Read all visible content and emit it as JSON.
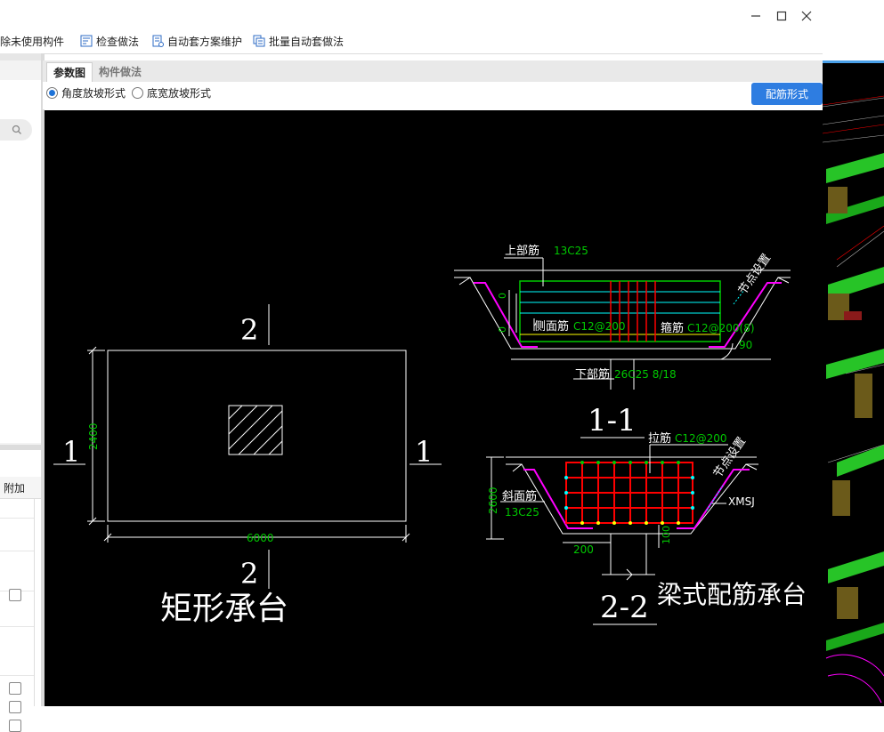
{
  "window": {
    "controls": [
      "minimize",
      "maximize",
      "close"
    ]
  },
  "toolbar": {
    "items": [
      {
        "label": "除未使用构件"
      },
      {
        "label": "检查做法"
      },
      {
        "label": "自动套方案维护"
      },
      {
        "label": "批量自动套做法"
      }
    ]
  },
  "left_panel": {
    "search_icon": "search-icon",
    "column_header": "附加"
  },
  "tabs": [
    {
      "label": "参数图",
      "active": true
    },
    {
      "label": "构件做法",
      "active": false
    }
  ],
  "options": {
    "radios": [
      {
        "label": "角度放坡形式",
        "checked": true
      },
      {
        "label": "底宽放坡形式",
        "checked": false
      }
    ],
    "rebar_button": "配筋形式"
  },
  "drawing": {
    "plan": {
      "section_top": "2",
      "section_bottom": "2",
      "section_left": "1",
      "section_right": "1",
      "dim_height": "2400",
      "dim_width": "6000",
      "caption": "矩形承台"
    },
    "section_1_1": {
      "label": "1-1",
      "top_rebar_label": "上部筋",
      "top_rebar_value": "13C25",
      "node_setting": "节点设置",
      "side_rebar_label": "侧面筋",
      "side_rebar_value": "C12@200",
      "stirrup_label": "箍筋",
      "stirrup_value": "C12@200(8)",
      "angle": "90",
      "bottom_rebar_label": "下部筋",
      "bottom_rebar_value": "26C25 8/18",
      "dim_left": "0",
      "dim_left2": "0"
    },
    "section_2_2": {
      "label": "2-2",
      "tie_label": "拉筋",
      "tie_value": "C12@200",
      "node_setting": "节点设置",
      "slope_rebar_label": "斜面筋",
      "slope_rebar_value": "13C25",
      "dim_height": "2600",
      "xmsj": "XMSJ",
      "dim_200": "200",
      "dim_100": "100"
    },
    "caption_right": "梁式配筋承台"
  },
  "colors": {
    "accent": "#2e7de1",
    "canvas_bg": "#000000",
    "cad_green": "#00c800",
    "cad_magenta": "#ff00ff",
    "cad_red": "#ff0000",
    "cad_cyan": "#00ffff",
    "cad_yellow": "#ffff00"
  }
}
